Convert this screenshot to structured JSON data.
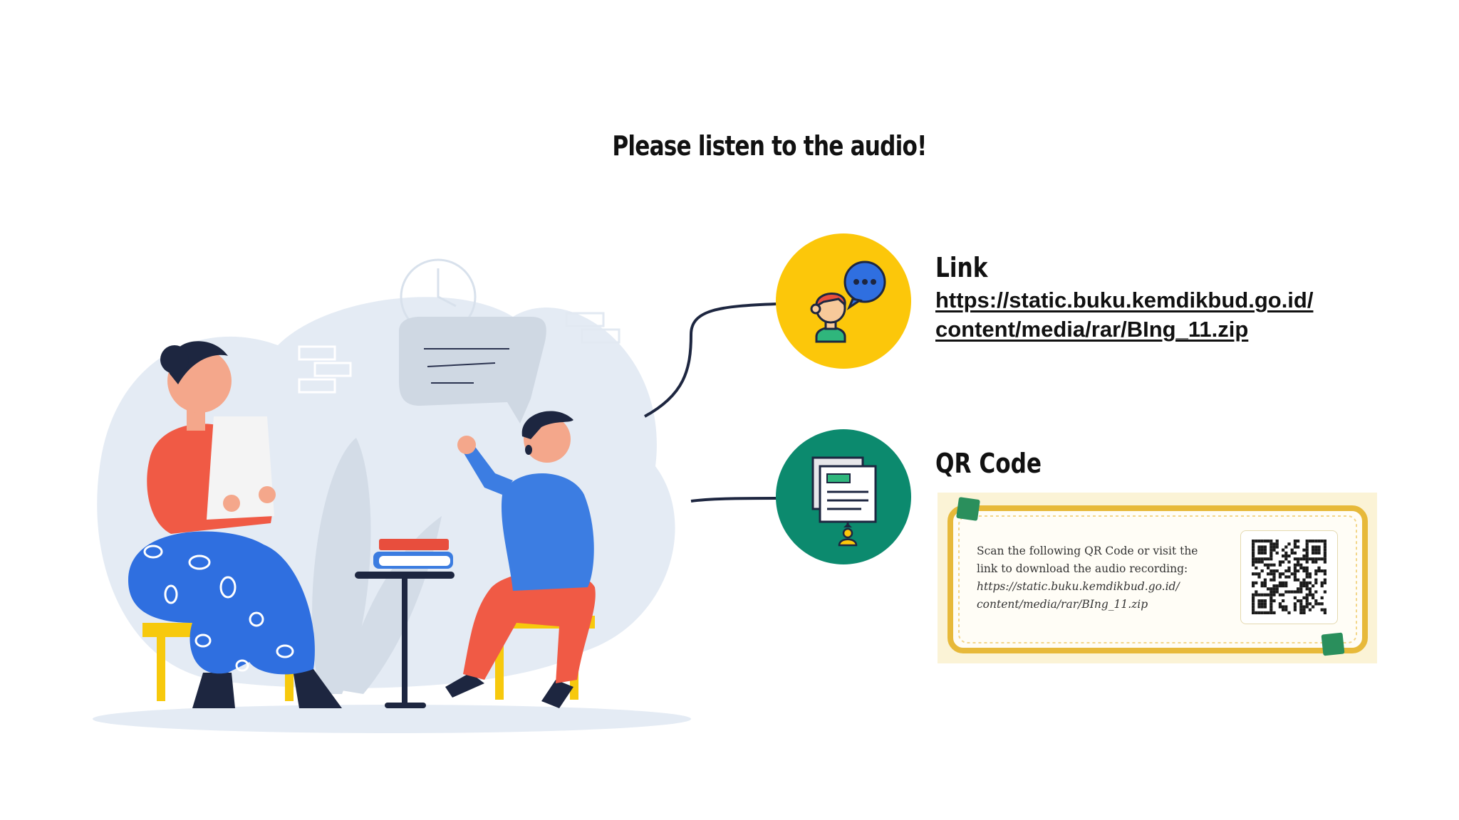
{
  "title": "Please listen to the audio!",
  "link": {
    "heading": "Link",
    "url_line1": "https://static.buku.kemdikbud.go.id/",
    "url_line2": "content/media/rar/BIng_11.zip",
    "icon": "chat-people-icon"
  },
  "qr": {
    "heading": "QR Code",
    "icon": "news-article-icon",
    "card_lines": [
      "Scan the following QR Code or visit the",
      "link to download the audio recording:",
      "https://static.buku.kemdikbud.go.id/",
      "content/media/rar/BIng_11.zip"
    ]
  },
  "colors": {
    "link_circle": "#fcc70a",
    "qr_circle": "#0c8a6e",
    "card_border": "#e7b93a",
    "card_bg": "#fbf3d6"
  }
}
